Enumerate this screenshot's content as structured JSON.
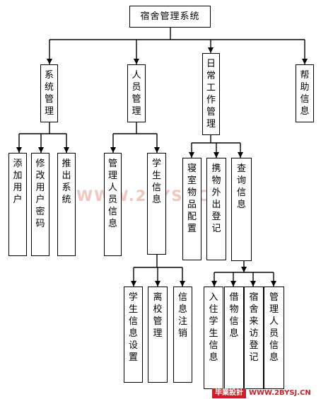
{
  "root": "宿舍管理系统",
  "level1": [
    {
      "label": "系统管理"
    },
    {
      "label": "人员管理"
    },
    {
      "label": "日常工作管理"
    },
    {
      "label": "帮助信息"
    }
  ],
  "system_children": [
    "添加用户",
    "修改用户密码",
    "推出系统"
  ],
  "personnel_children": [
    "管理人员信息",
    "学生信息"
  ],
  "daily_children": [
    "寝室物品配置",
    "携物外出登记",
    "查询信息"
  ],
  "student_children": [
    "学生信息设置",
    "离校管理",
    "信息注销"
  ],
  "query_children": [
    "入住学生信息",
    "借物信息",
    "宿舍来访登记",
    "管理人员信息"
  ],
  "watermark": {
    "center_text": "WWW.2BYSJ.CN",
    "footer_logo": "毕業設計",
    "footer_url": "WWW.2BYSJ.CN"
  },
  "colors": {
    "line": "#000000",
    "watermark": "#c9202a"
  }
}
